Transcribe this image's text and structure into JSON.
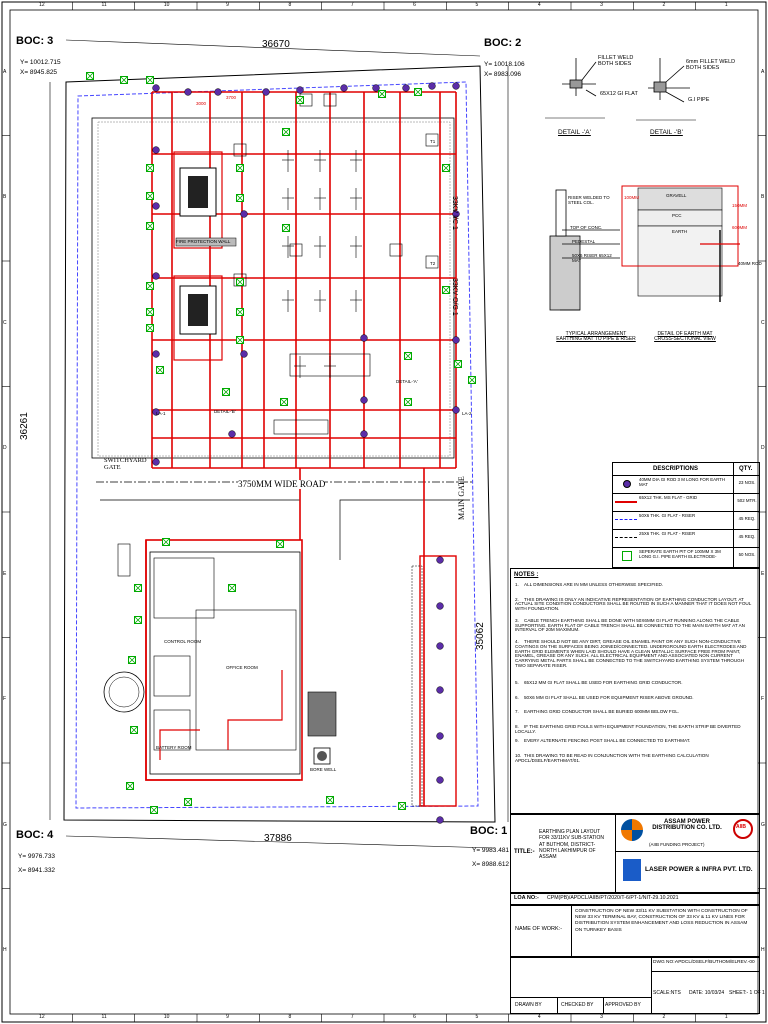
{
  "boc": {
    "boc3": {
      "label": "BOC: 3",
      "y": "Y= 10012.715",
      "x": "X= 8945.825"
    },
    "boc2": {
      "label": "BOC: 2",
      "y": "Y= 10018.106",
      "x": "X= 8983.096"
    },
    "boc4": {
      "label": "BOC: 4",
      "y": "Y= 9976.733",
      "x": "X= 8941.332"
    },
    "boc1": {
      "label": "BOC: 1",
      "y": "Y= 9983.481",
      "x": "X= 8988.612"
    }
  },
  "dimensions": {
    "top": "36670",
    "bottom": "37886",
    "left": "36261",
    "right": "35062",
    "small_a": "3000",
    "small_b": "3700"
  },
  "site_labels": {
    "fire_wall": "FIRE PROTECTION WALL",
    "road": "3750MM WIDE ROAD",
    "switchyard_gate": "SWITCHYARD GATE",
    "main_gate": "MAIN GATE",
    "incomer": "33KV I/C 1",
    "outgoing": "33KV O/G 1",
    "detail_a_tag": "DETAIL-'A'",
    "detail_b_tag": "DETAIL-'B'",
    "la_1": "LA-1",
    "la_2": "LA-2",
    "tr_1": "T1",
    "tr_2": "T2",
    "bore_well": "BORE WELL",
    "control_room": "CONTROL ROOM",
    "battery_room": "BATTERY ROOM",
    "office": "OFFICE ROOM"
  },
  "details": {
    "fillet1": "FILLET WELD BOTH SIDES",
    "flat": "65X12 GI FLAT",
    "fillet2": "6mm FILLET WELD BOTH SIDES",
    "gipipe": "G.I PIPE",
    "detail_a": "DETAIL -'A'",
    "detail_b": "DETAIL -'B'",
    "riser": "RISER WELDED TO STEEL COL.",
    "top_conc": "TOP OF CONC.",
    "pedestal": "PEDESTAL",
    "earthmat": "50X6 RISER 65X12 MAT",
    "gravel": "GRAVELL",
    "pcc": "PCC",
    "earth": "EARTH",
    "earth_rod": "40MM ROD",
    "dim_100": "100MM",
    "dim_150": "150MM",
    "dim_600": "600MM",
    "typ_caption": "TYPICAL ARRANGEMENT EARTHING MAT TO PIPE & RISER",
    "mat_caption": "DETAIL OF EARTH MAT CROSS-SECTIONAL VIEW"
  },
  "legend": {
    "head_desc": "DESCRIPTIONS",
    "head_qty": "QTY.",
    "rows": [
      {
        "desc": "40MM DIA GI ROD 3 M LONG FOR EARTH MAT",
        "qty": "23 NOS."
      },
      {
        "desc": "65X12 THK. MS FLAT - GRID",
        "qty": "502 MTR."
      },
      {
        "desc": "50X6 THK. GI FLAT - RISER",
        "qty": "45 REQ."
      },
      {
        "desc": "25X6 THK. GI FLAT - RISER",
        "qty": "45 REQ."
      },
      {
        "desc": "SEPERATE EARTH PIT OF 100MM X 3M LONG G.I. PIPE EARTH ELECTRODE-",
        "qty": "50 NOS."
      }
    ]
  },
  "notes": {
    "heading": "NOTES :",
    "items": [
      "ALL DIMENSIONS ARE IN MM UNLESS OTHERWISE SPECIFIED.",
      "THIS DRAWING IS ONLY AN INDICATIVE REPRESENTATION OF EARTHING CONDUCTOR LAYOUT. AT ACTUAL SITE CONDITION CONDUCTORS SHALL BE ROUTED IN SUCH A MANNER THAT IT DOES NOT FOUL WITH FOUNDATION.",
      "CABLE TRENCH EARTHING SHALL BE DONE WITH 50X6MM GI FLAT RUNNING ALONG THE CABLE SUPPORTING. EARTH FLAT OF CABLE TRENCH SHALL BE CONNECTED TO THE MAIN EARTH MAT AT AN INTERVAL OF 20M MAXIMUM.",
      "THERE SHOULD NOT BE ANY DIRT, GREASE OIL ENAMEL PAINT OR ANY SUCH NON-CONDUCTIVE COATINGS ON THE SURFACES BEING JOINED/CONNECTED. UNDERGROUND EARTH ELECTRODES AND EARTH GRID ELEMENTS WHEN LAID SHOULD HAVE A CLEAN METALLIC SURFACE FREE FROM PAINT, ENAMEL, GREASE OR ANY SUCH. ALL ELECTRICAL EQUIPMENT AND ASSOCIATED NON CURRENT CARRYING METAL PARTS SHALL BE CONNECTED TO THE SWITCHYARD EARTHING SYSTEM THROUGH TWO SEPARATE RISER.",
      "65X12 MM GI FLAT SHALL BE USED FOR EARTHING GRID CONDUCTOR.",
      "50X6 MM GI FLAT SHALL BE USED FOR EQUIPMENT RISER ABOVE GROUND.",
      "EARTHING GRID CONDUCTOR SHALL BE BURIED 600MM BELOW FGL.",
      "IF THE EARTHING GRID FOULS WITH EQUIPMENT FOUNDATION, THE EARTH STRIP BE DIVERTED LOCALLY.",
      "EVERY ALTERNATE FENCING POST SHALL BE CONNECTED TO EARTHMAT.",
      "THIS DRAWING TO BE READ IN CONJUNCTION WITH THE EARTHING CALCULATION APDCL/DSELF/EARTHMAT/01."
    ]
  },
  "title_block": {
    "title_label": "TITLE:-",
    "title_text": "EARTHING PLAN LAYOUT FOR 33/11KV SUB-STATION AT BUTHOM, DISTRICT- NORTH LAKHIMPUR OF ASSAM",
    "client": "ASSAM POWER DISTRIBUTION CO. LTD.",
    "client_project": "(AIIB FUNDING PROJECT)",
    "contractor": "LASER POWER & INFRA PVT. LTD.",
    "aiib": "AIIB",
    "loa_label": "LOA NO:-",
    "loa": "CPM(PB)/APDCL/AIIB/PT/2020/T-6/PT-1/NIT-29.10.2021",
    "work_label": "NAME OF WORK:-",
    "work": "CONSTRUCTION OF NEW 33/11 KV SUBSTATION WITH CONSTRUCTION OF NEW 33 KV TERMINAL BAY, CONSTRUCTION OF 33 KV & 11 KV LINES FOR DISTRIBUTION SYSTEM ENHANCEMENT AND LOSS REDUCTION IN ASSAM ON TURNKEY BASIS",
    "dwg_label": "DWG NO:-",
    "dwg": "APDCL/DSELF/BUTHOM/EL",
    "rev": "REV.-00",
    "drawn": "DRAWN BY",
    "checked": "CHECKED BY",
    "approved": "APPROVED BY",
    "scale": "SCALE:NTS",
    "date": "DATE: 10/03/24",
    "sheet": "SHEET:- 1 OF 1"
  },
  "border_top": [
    "12",
    "11",
    "10",
    "9",
    "8",
    "7",
    "6",
    "5",
    "4",
    "3",
    "2",
    "1"
  ],
  "border_bottom": [
    "12",
    "11",
    "10",
    "9",
    "8",
    "7",
    "6",
    "5",
    "4",
    "3",
    "2",
    "1"
  ],
  "border_side": [
    "A",
    "B",
    "C",
    "D",
    "E",
    "F",
    "G",
    "H"
  ],
  "colors": {
    "grid": "#e00000",
    "blue": "#1a1aff",
    "green": "#00aa00",
    "purple": "#5b2da8",
    "black": "#000000"
  }
}
